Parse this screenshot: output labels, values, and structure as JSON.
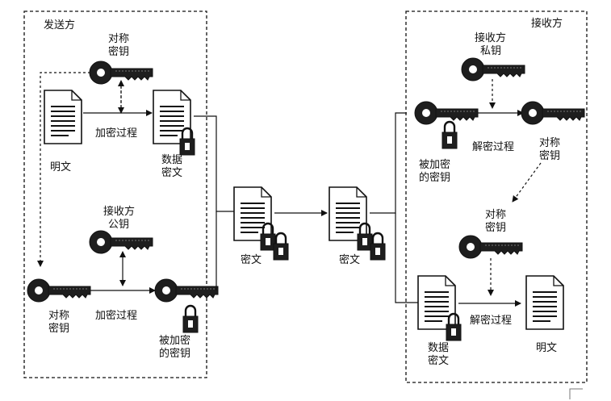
{
  "sender": {
    "title": "发送方"
  },
  "receiver": {
    "title": "接收方"
  },
  "sender_labels": {
    "sym_key_top_1": "对称",
    "sym_key_top_2": "密钥",
    "encrypt_process_top": "加密过程",
    "plaintext": "明文",
    "data_cipher_1": "数据",
    "data_cipher_2": "密文",
    "recv_pubkey_1": "接收方",
    "recv_pubkey_2": "公钥",
    "sym_key_bottom_1": "对称",
    "sym_key_bottom_2": "密钥",
    "encrypt_process_bottom": "加密过程",
    "enc_key_1": "被加密",
    "enc_key_2": "的密钥"
  },
  "middle_labels": {
    "cipher_left": "密文",
    "cipher_right": "密文"
  },
  "receiver_labels": {
    "recv_privkey_1": "接收方",
    "recv_privkey_2": "私钥",
    "enc_key_1": "被加密",
    "enc_key_2": "的密钥",
    "decrypt_process_top": "解密过程",
    "sym_key_right_1": "对称",
    "sym_key_right_2": "密钥",
    "sym_key_mid_1": "对称",
    "sym_key_mid_2": "密钥",
    "data_cipher_1": "数据",
    "data_cipher_2": "密文",
    "decrypt_process_bottom": "解密过程",
    "plaintext": "明文"
  },
  "icons": [
    "key-icon",
    "document-icon",
    "padlock-icon",
    "arrow-icon"
  ],
  "colors": {
    "ink": "#111111",
    "key_fill": "#1e1e1e",
    "paper": "#ffffff"
  }
}
